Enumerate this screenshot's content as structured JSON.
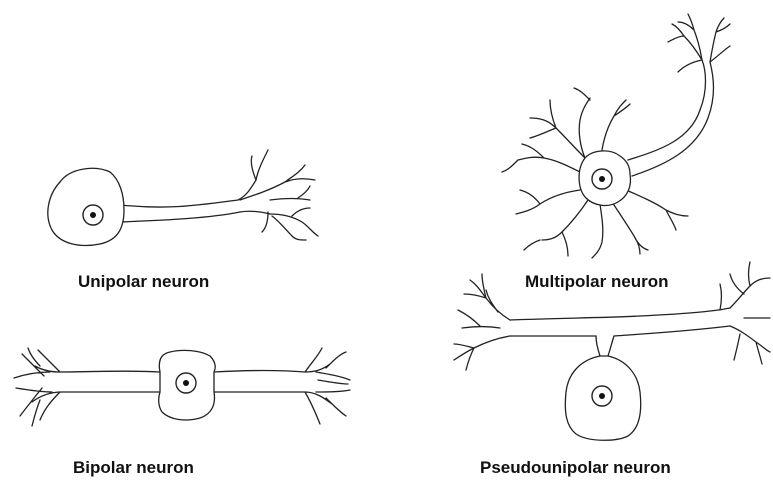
{
  "labels": {
    "unipolar": "Unipolar neuron",
    "multipolar": "Multipolar neuron",
    "bipolar": "Bipolar neuron",
    "pseudounipolar": "Pseudounipolar neuron"
  },
  "colors": {
    "line": "#222222",
    "background": "#ffffff",
    "text": "#111111"
  }
}
